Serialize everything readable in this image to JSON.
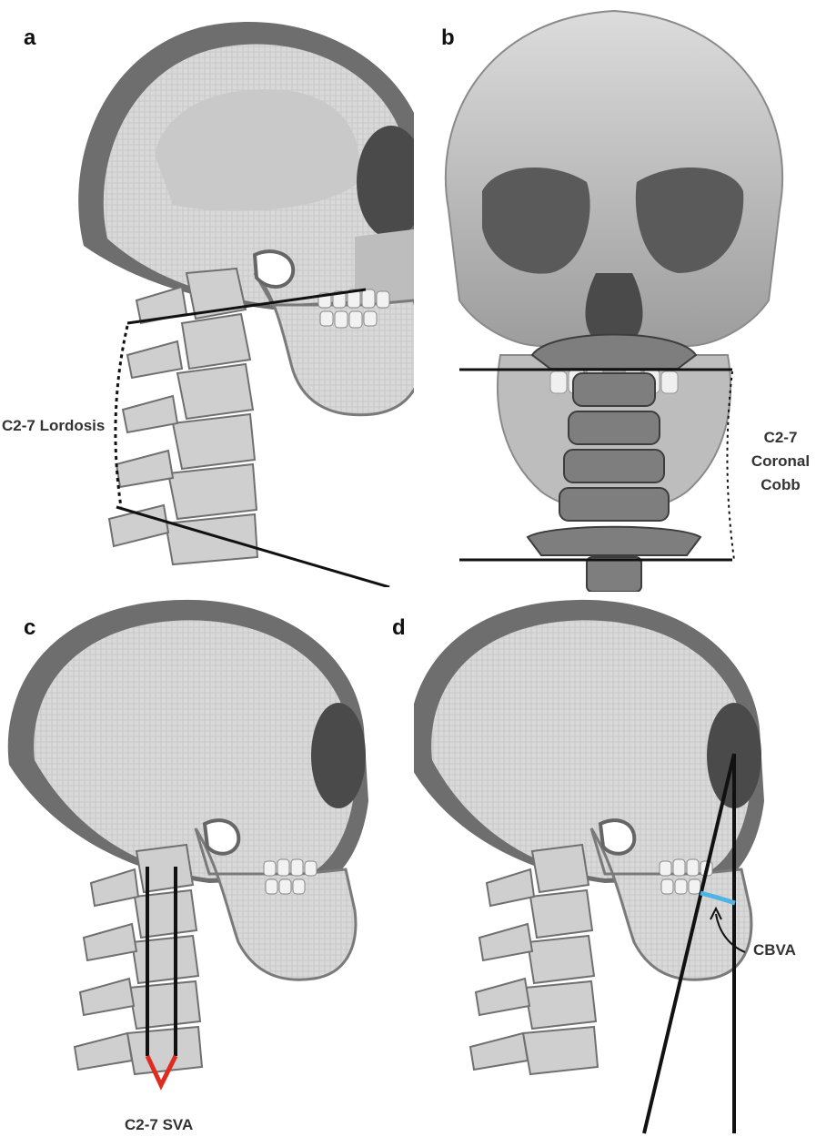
{
  "panels": [
    {
      "letter": "a",
      "view": "lateral",
      "label": "C2-7 Lordosis"
    },
    {
      "letter": "b",
      "view": "anterior",
      "label_lines": [
        "C2-7",
        "Coronal",
        "Cobb"
      ]
    },
    {
      "letter": "c",
      "view": "lateral",
      "label": "C2-7 SVA"
    },
    {
      "letter": "d",
      "view": "lateral",
      "label": "CBVA"
    }
  ],
  "colors": {
    "bone": "#d8d8d8",
    "bone_dark": "#8a8a8a",
    "bone_shadow": "#6b6b6b",
    "line": "#111111",
    "sva_marker": "#e02b20",
    "cbva_arc": "#4fb3e6"
  }
}
